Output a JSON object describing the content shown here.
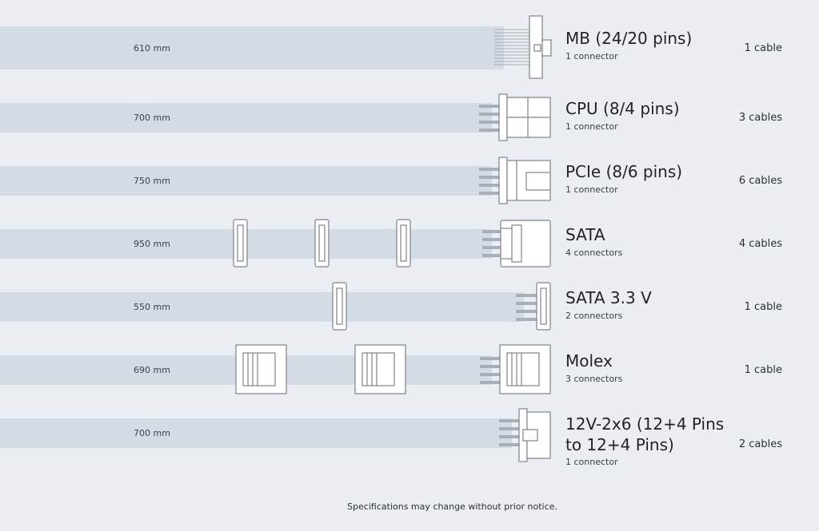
{
  "rows": [
    {
      "length": "610 mm",
      "name": "MB (24/20 pins)",
      "connectors": "1 connector",
      "cables": "1 cable"
    },
    {
      "length": "700 mm",
      "name": "CPU (8/4 pins)",
      "connectors": "1 connector",
      "cables": "3 cables"
    },
    {
      "length": "750 mm",
      "name": "PCIe (8/6 pins)",
      "connectors": "1 connector",
      "cables": "6 cables"
    },
    {
      "length": "950 mm",
      "name": "SATA",
      "connectors": "4 connectors",
      "cables": "4 cables"
    },
    {
      "length": "550 mm",
      "name": "SATA 3.3 V",
      "connectors": "2 connectors",
      "cables": "1 cable"
    },
    {
      "length": "690 mm",
      "name": "Molex",
      "connectors": "3 connectors",
      "cables": "1 cable"
    },
    {
      "length": "700 mm",
      "name": "12V-2x6 (12+4 Pins",
      "name_line2": "to 12+4 Pins)",
      "connectors": "1 connector",
      "cables": "2 cables"
    }
  ],
  "footer": "Specifications may change without prior notice.",
  "colors": {
    "background": "#eaedf1",
    "cable": "#d3dbe4",
    "connector_fill": "#ffffff",
    "connector_stroke": "#7d848e",
    "wire": "#9aa2ad"
  }
}
